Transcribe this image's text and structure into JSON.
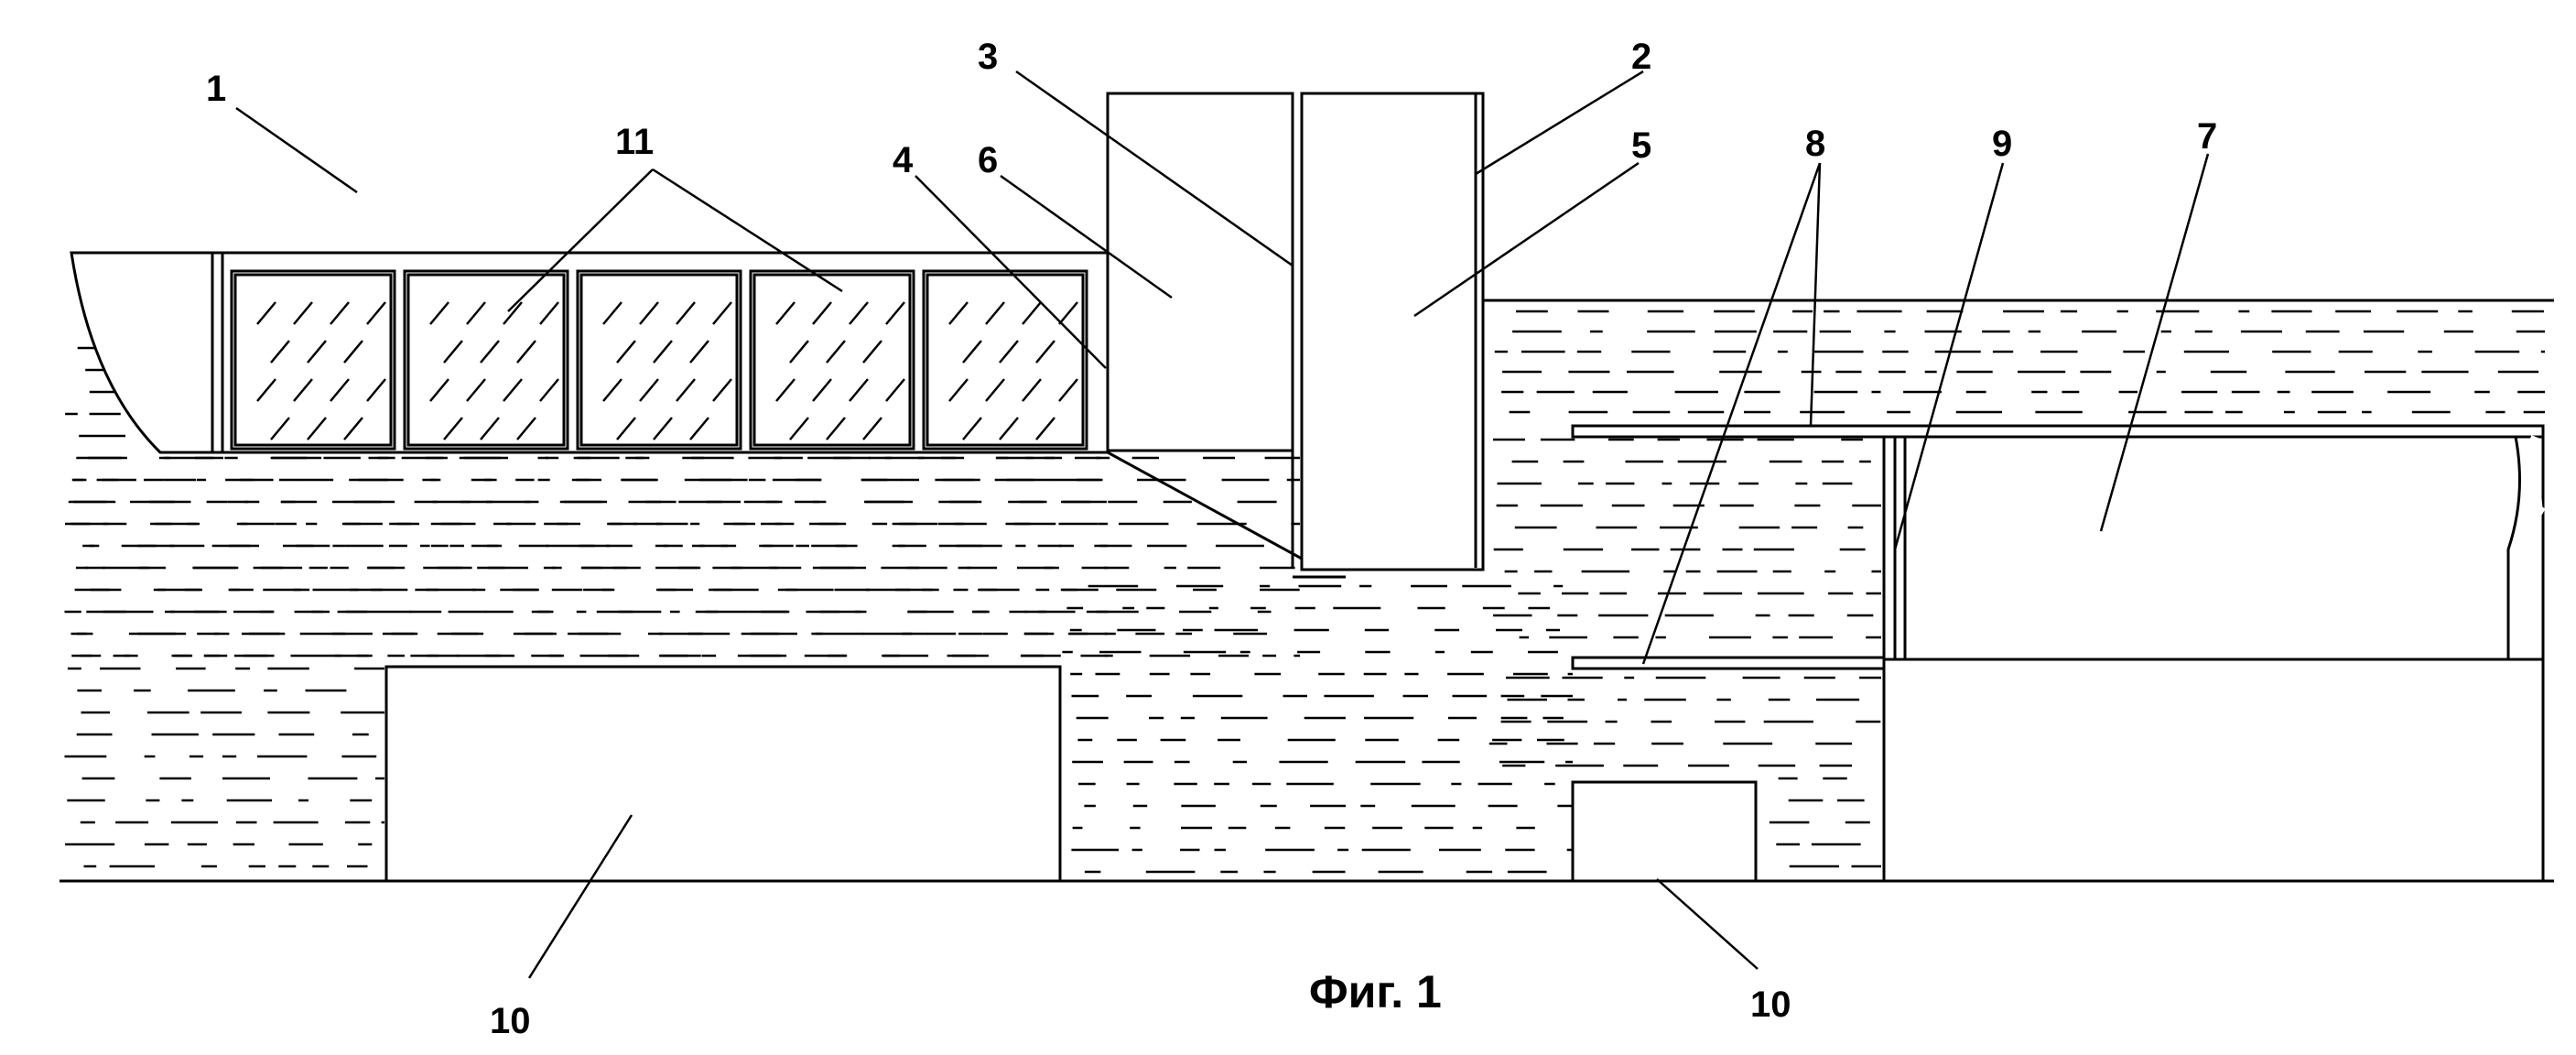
{
  "figure": {
    "caption": "Фиг. 1",
    "labels": {
      "l1": "1",
      "l2": "2",
      "l3": "3",
      "l4": "4",
      "l5": "5",
      "l6": "6",
      "l7": "7",
      "l8": "8",
      "l9": "9",
      "l10a": "10",
      "l10b": "10",
      "l11": "11"
    }
  }
}
